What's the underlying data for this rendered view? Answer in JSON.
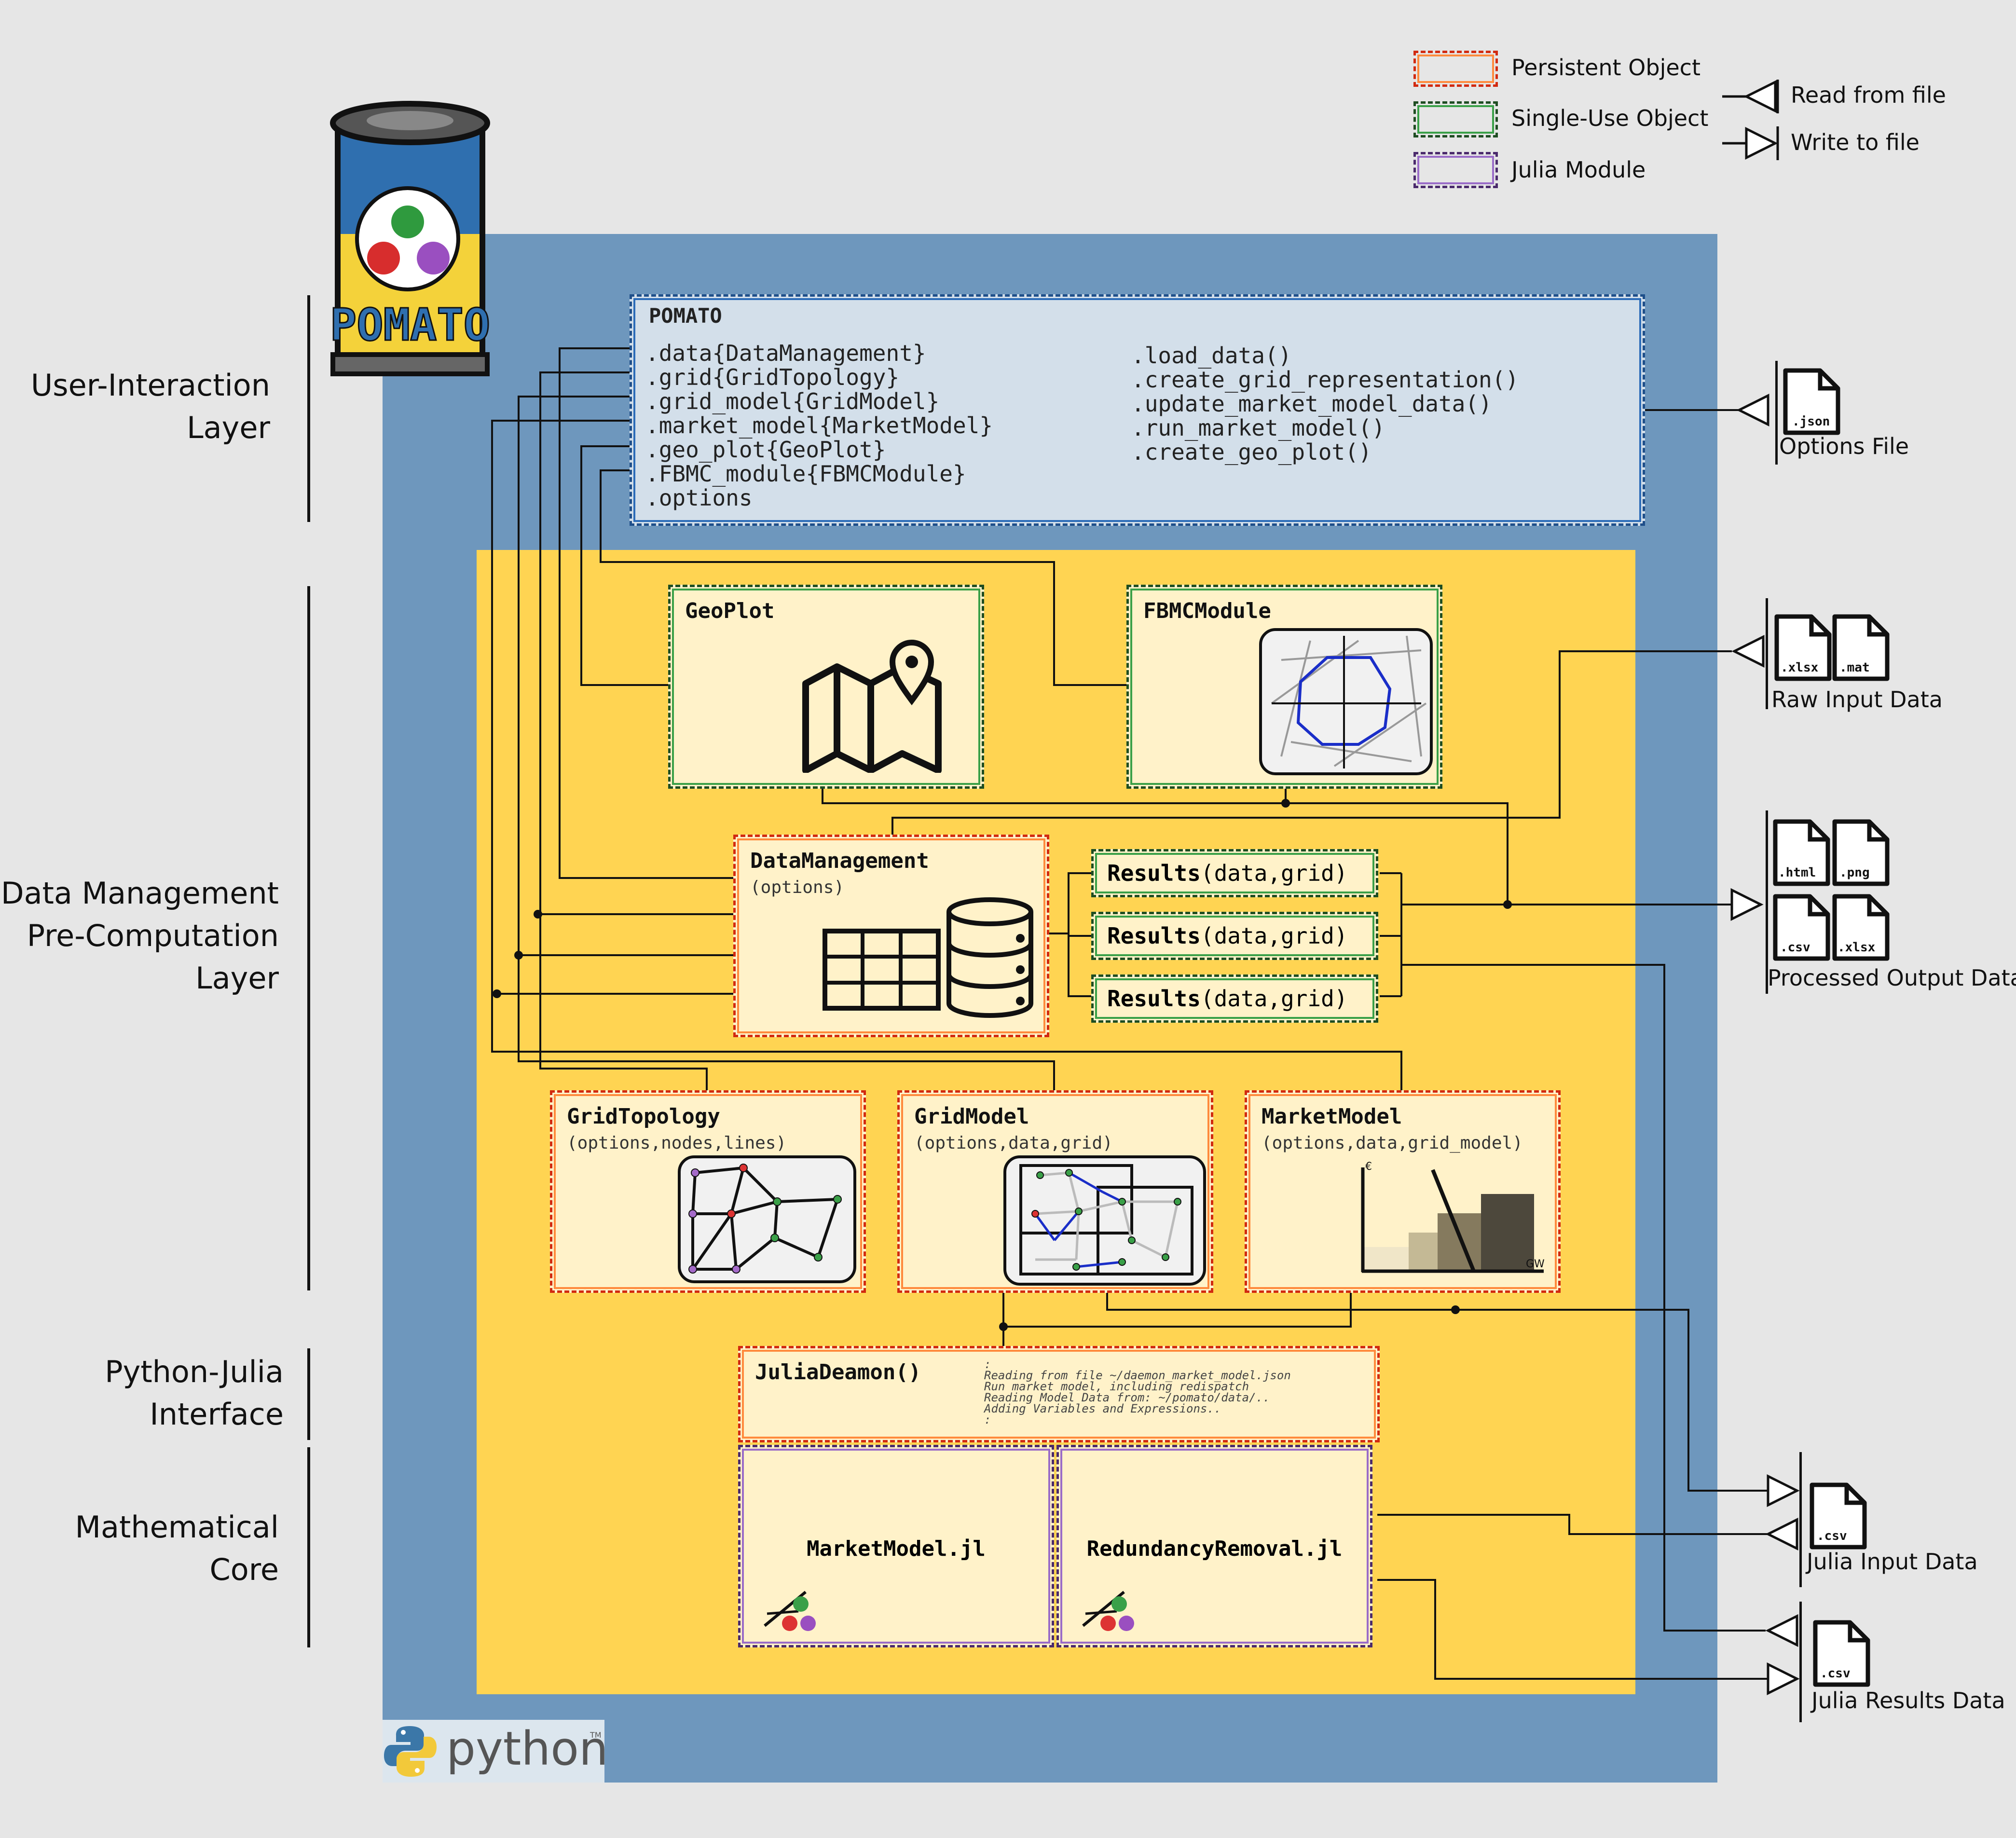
{
  "layers": {
    "user_interaction": [
      "User-Interaction",
      "Layer"
    ],
    "data_management": [
      "Data Management",
      "Pre-Computation",
      "Layer"
    ],
    "python_julia": [
      "Python-Julia",
      "Interface"
    ],
    "math_core": [
      "Mathematical",
      "Core"
    ]
  },
  "logo": {
    "can_text": "POMATO"
  },
  "legend": {
    "persistent": "Persistent Object",
    "single_use": "Single-Use Object",
    "julia_module": "Julia Module",
    "read": "Read from file",
    "write": "Write to file"
  },
  "pomato": {
    "title": "POMATO",
    "attributes": [
      ".data{DataManagement}",
      ".grid{GridTopology}",
      ".grid_model{GridModel}",
      ".market_model{MarketModel}",
      ".geo_plot{GeoPlot}",
      ".FBMC_module{FBMCModule}",
      ".options"
    ],
    "methods": [
      ".load_data()",
      ".create_grid_representation()",
      ".update_market_model_data()",
      ".run_market_model()",
      ".create_geo_plot()"
    ]
  },
  "objects": {
    "geoplot": {
      "title": "GeoPlot"
    },
    "fbmc": {
      "title": "FBMCModule"
    },
    "data_management": {
      "title": "DataManagement",
      "args": "(options)"
    },
    "results": {
      "name": "Results",
      "args": "(data,grid)"
    },
    "grid_topology": {
      "title": "GridTopology",
      "args": "(options,nodes,lines)"
    },
    "grid_model": {
      "title": "GridModel",
      "args": "(options,data,grid)"
    },
    "market_model": {
      "title": "MarketModel",
      "args": "(options,data,grid_model)",
      "y_unit": "€",
      "x_unit": "GW"
    },
    "julia_daemon": {
      "title": "JuliaDeamon()",
      "log": [
        ":",
        "Reading from file ~/daemon_market_model.json",
        "Run market model, including redispatch",
        "Reading Model Data from: ~/pomato/data/..",
        "Adding Variables and Expressions..",
        ":"
      ]
    },
    "market_model_jl": {
      "title": "MarketModel.jl"
    },
    "redundancy_jl": {
      "title": "RedundancyRemoval.jl"
    }
  },
  "files": {
    "options": {
      "exts": [
        ".json"
      ],
      "label": "Options File"
    },
    "raw_input": {
      "exts": [
        ".xlsx",
        ".mat"
      ],
      "label": "Raw Input Data"
    },
    "processed_output": {
      "exts": [
        ".html",
        ".png",
        ".csv",
        ".xlsx"
      ],
      "label": "Processed Output Data"
    },
    "julia_input": {
      "exts": [
        ".csv"
      ],
      "label": "Julia Input Data"
    },
    "julia_results": {
      "exts": [
        ".csv"
      ],
      "label": "Julia Results Data"
    }
  },
  "python_logo": {
    "text": "python",
    "tm": "TM"
  },
  "colors": {
    "persistent": "#d12a10",
    "single_use": "#1e4d22",
    "julia_module": "#4a2a6c",
    "python_panel": "#6e97bd",
    "precomp_panel": "#ffd452",
    "pomato_box": "#d3dfea"
  }
}
